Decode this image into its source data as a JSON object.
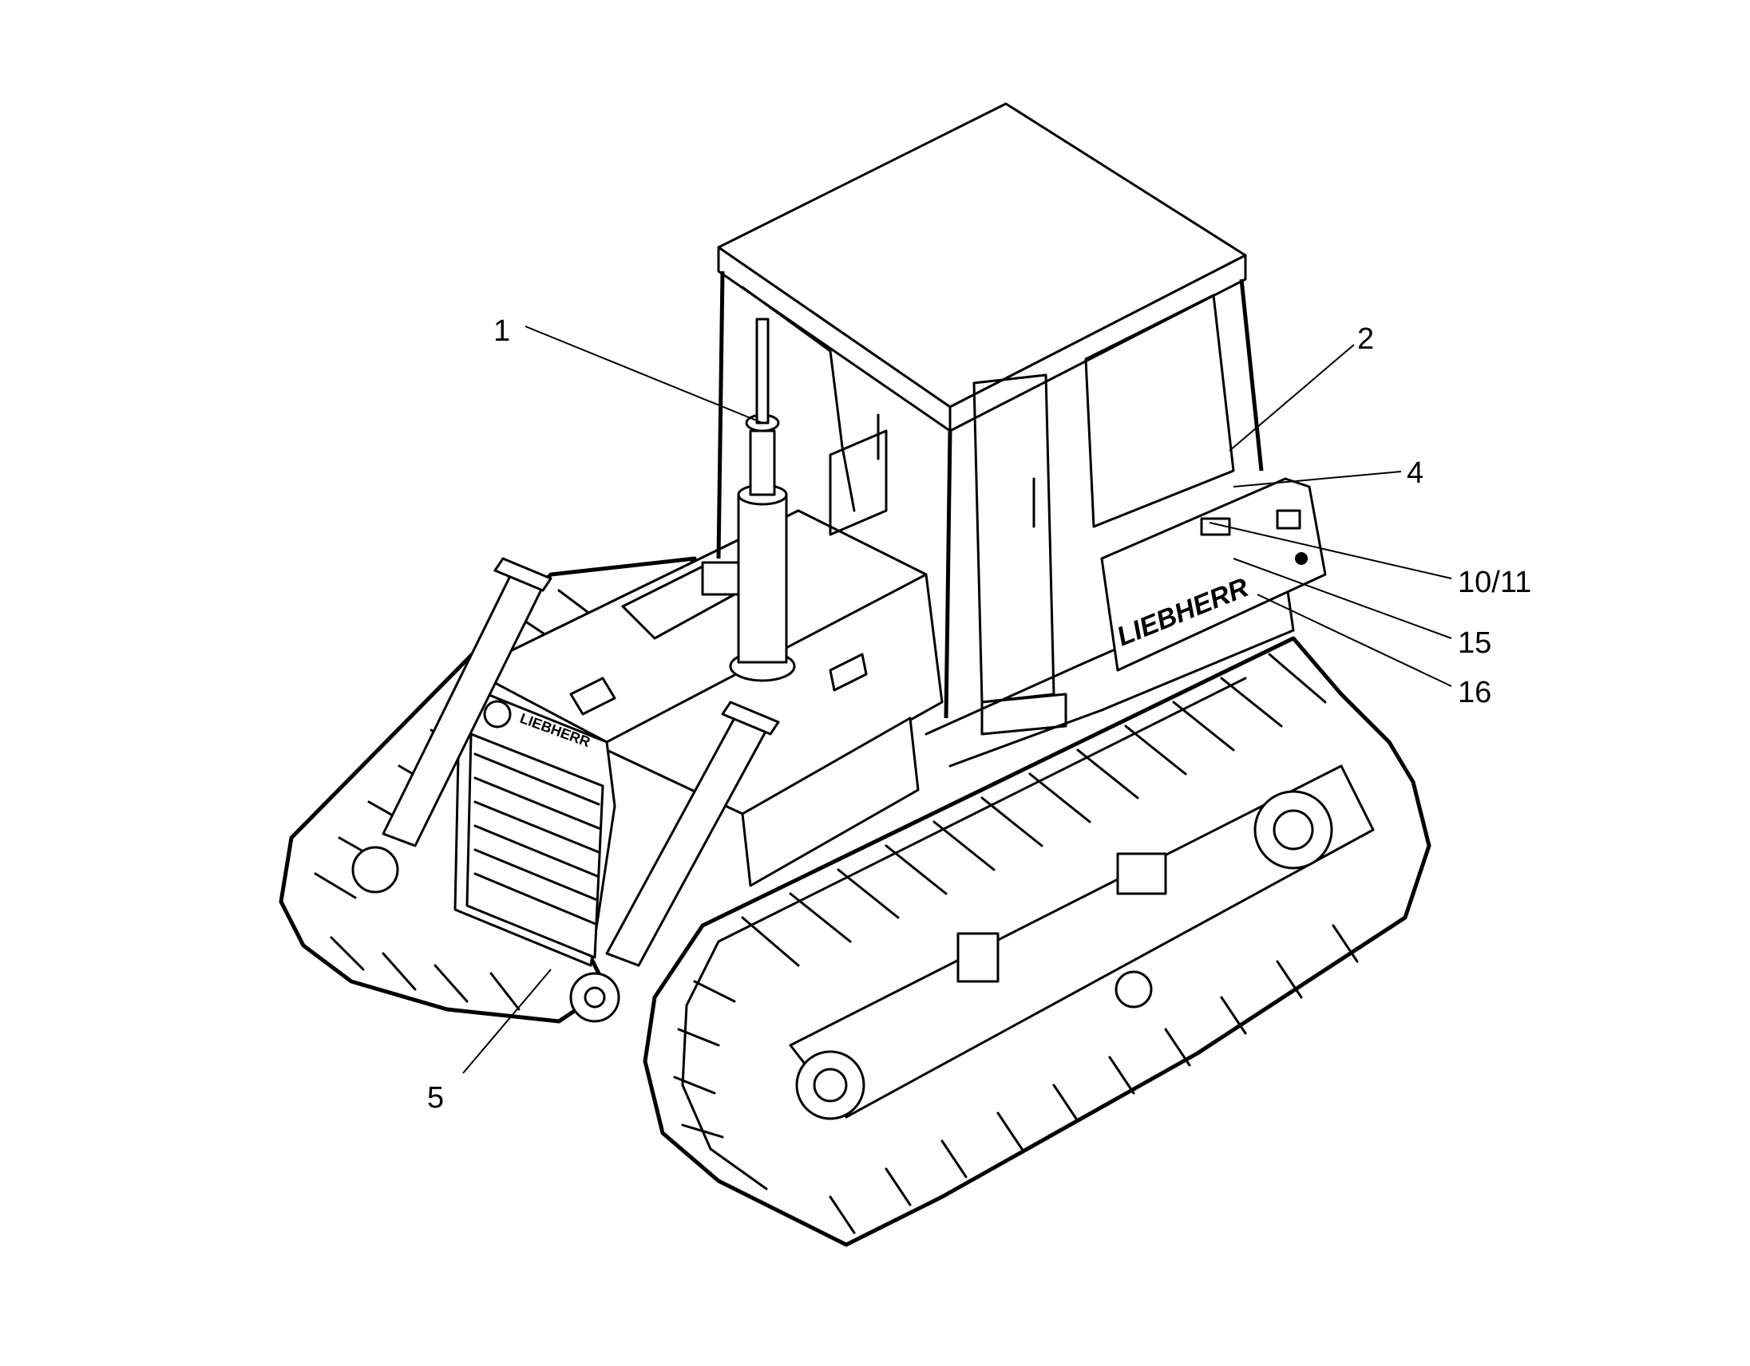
{
  "callouts": [
    {
      "id": "c1",
      "label": "1"
    },
    {
      "id": "c2",
      "label": "2"
    },
    {
      "id": "c4",
      "label": "4"
    },
    {
      "id": "c5",
      "label": "5"
    },
    {
      "id": "c10",
      "label": "10/11"
    },
    {
      "id": "c15",
      "label": "15"
    },
    {
      "id": "c16",
      "label": "16"
    }
  ],
  "machine": {
    "brand_text": "LIEBHERR"
  }
}
